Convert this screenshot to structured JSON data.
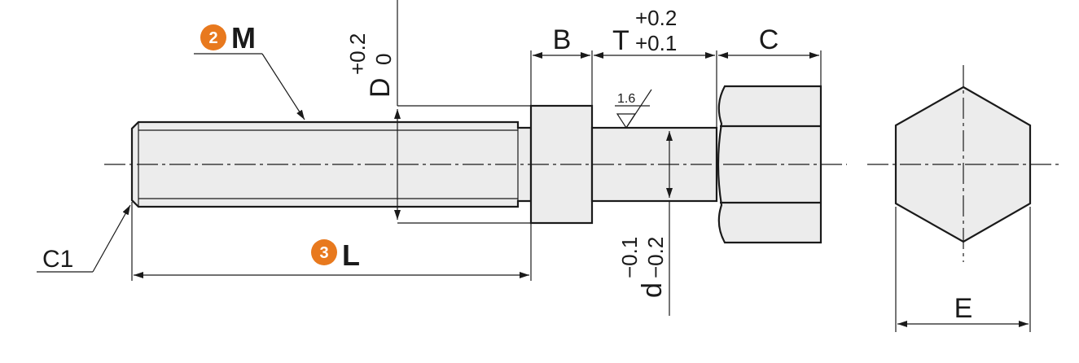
{
  "colors": {
    "line": "#1a1a1a",
    "part_fill": "#ececec",
    "badge": "#e8791e"
  },
  "labels": {
    "M": {
      "number": "2",
      "letter": "M"
    },
    "L": {
      "number": "3",
      "letter": "L"
    },
    "C1": "C1",
    "B": "B",
    "C": "C",
    "E": "E",
    "D": {
      "letter": "D",
      "tol_upper": "+0.2",
      "tol_lower": "0"
    },
    "T": {
      "letter": "T",
      "tol_upper": "+0.2",
      "tol_lower": "+0.1"
    },
    "d": {
      "letter": "d",
      "tol_upper": "−0.1",
      "tol_lower": "−0.2"
    },
    "roughness": "1.6"
  }
}
